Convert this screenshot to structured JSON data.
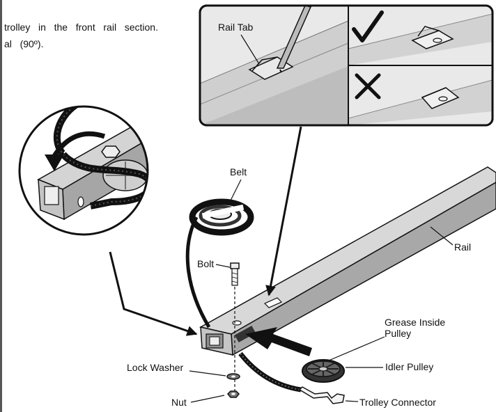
{
  "instructions": {
    "line1": "trolley   in   the   front   rail   section.",
    "line2": "al   (90º)."
  },
  "labels": {
    "rail_tab": "Rail Tab",
    "belt": "Belt",
    "rail": "Rail",
    "bolt": "Bolt",
    "grease_inside_pulley_line1": "Grease Inside",
    "grease_inside_pulley_line2": "Pulley",
    "idler_pulley": "Idler Pulley",
    "lock_washer": "Lock Washer",
    "nut": "Nut",
    "trolley_connector": "Trolley Connector"
  },
  "icons": {
    "correct": "checkmark-icon",
    "incorrect": "x-mark-icon"
  },
  "colors": {
    "rail_fill": "#d4d4d4",
    "rail_shadow": "#a9a9a9",
    "panel_fill": "#e3e3e3",
    "ink": "#111111"
  }
}
